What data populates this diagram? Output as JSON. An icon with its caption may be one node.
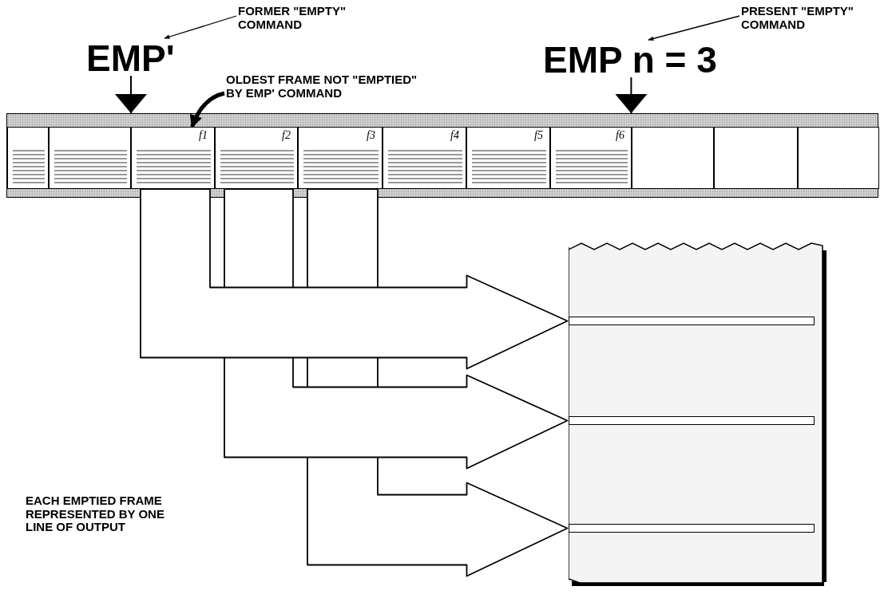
{
  "diagram": {
    "nodes": [
      {
        "text": [],
        "shape": "bar"
      },
      {
        "text": [],
        "shape": "box",
        "in": 0
      },
      {
        "text": [],
        "shape": "box",
        "in": 0
      },
      {
        "text": [
          "f1"
        ],
        "in": 0
      },
      {
        "text": [
          "f2"
        ],
        "in": 0
      },
      {
        "text": [
          "f3"
        ],
        "in": 0
      },
      {
        "text": [
          "f4"
        ],
        "in": 0
      },
      {
        "text": [
          "f5"
        ],
        "in": 0
      },
      {
        "text": [
          "f6"
        ],
        "in": 0
      },
      {
        "text": [],
        "shape": "box",
        "in": 0
      },
      {
        "text": [],
        "shape": "box",
        "in": 0
      },
      {
        "text": [],
        "shape": "box",
        "in": 0
      },
      {
        "text": [
          "EMP'"
        ]
      },
      {
        "text": [
          "EMP n = 3"
        ]
      },
      {
        "text": [
          "FORMER \"EMPTY\" COMMAND"
        ]
      },
      {
        "text": [
          "PRESENT \"EMPTY\" COMMAND"
        ]
      },
      {
        "text": [
          "OLDEST FRAME NOT \"EMPTIED\" BY EMP' COMMAND"
        ]
      },
      {
        "text": [],
        "shape": "box"
      },
      {
        "text": [],
        "shape": "bar",
        "in": 17
      },
      {
        "text": [],
        "shape": "bar",
        "in": 17
      },
      {
        "text": [],
        "shape": "bar",
        "in": 17
      }
    ],
    "edges": [
      {
        "from": 14,
        "to": 12,
        "arrow": "to"
      },
      {
        "from": 15,
        "to": 13,
        "arrow": "to"
      },
      {
        "from": 12,
        "to": 0,
        "arrow": "to"
      },
      {
        "from": 13,
        "to": 0,
        "arrow": "to"
      },
      {
        "from": 16,
        "to": 3,
        "arrow": "to",
        "style": "thick"
      },
      {
        "from": 3,
        "to": 18,
        "arrow": "to",
        "style": "thick"
      },
      {
        "from": 4,
        "to": 19,
        "arrow": "to",
        "style": "thick"
      },
      {
        "from": 5,
        "to": 20,
        "arrow": "to",
        "style": "thick"
      }
    ],
    "labels": [
      "EACH EMPTIED FRAME REPRESENTED BY ONE LINE OF OUTPUT"
    ]
  }
}
